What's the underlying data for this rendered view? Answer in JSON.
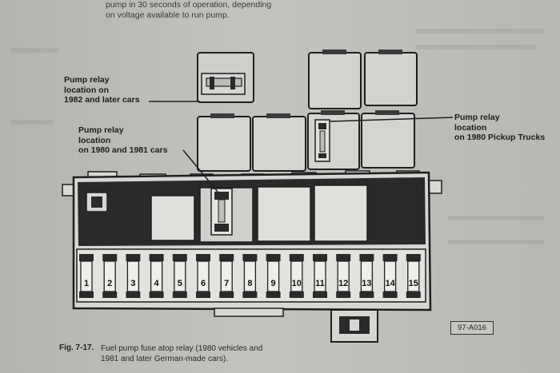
{
  "intro_text": [
    "pump in 30 seconds of operation, depending",
    "on voltage available to run pump."
  ],
  "callouts": {
    "relay_1982": [
      "Pump relay",
      "location on",
      "1982 and later cars"
    ],
    "relay_1980_81": [
      "Pump relay",
      "location",
      "on 1980 and 1981 cars"
    ],
    "relay_pickup": [
      "Pump relay",
      "location",
      "on 1980 Pickup Trucks"
    ]
  },
  "fuses": [
    "1",
    "2",
    "3",
    "4",
    "5",
    "6",
    "7",
    "8",
    "9",
    "10",
    "11",
    "12",
    "13",
    "14",
    "15"
  ],
  "figure": {
    "number": "Fig. 7-17.",
    "caption": [
      "Fuel pump fuse atop relay (1980 vehicles and",
      "1981 and later German-made cars)."
    ],
    "ref_code": "97-A016"
  },
  "colors": {
    "ink": "#1f1f1f",
    "panel": "#d6d7d3",
    "page": "#bcbdb9"
  }
}
